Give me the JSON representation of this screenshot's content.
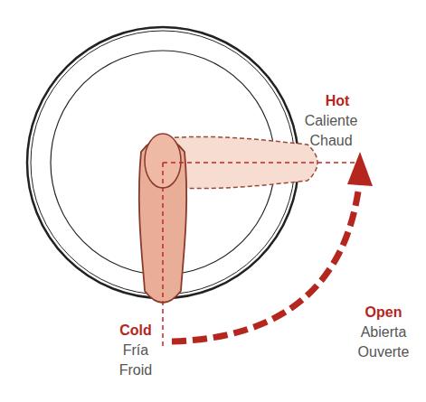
{
  "diagram": {
    "labels": [
      "Hot",
      "Caliente",
      "Chaud",
      "Cold",
      "Fría",
      "Froid",
      "Open",
      "Abierta",
      "Ouverte"
    ]
  }
}
